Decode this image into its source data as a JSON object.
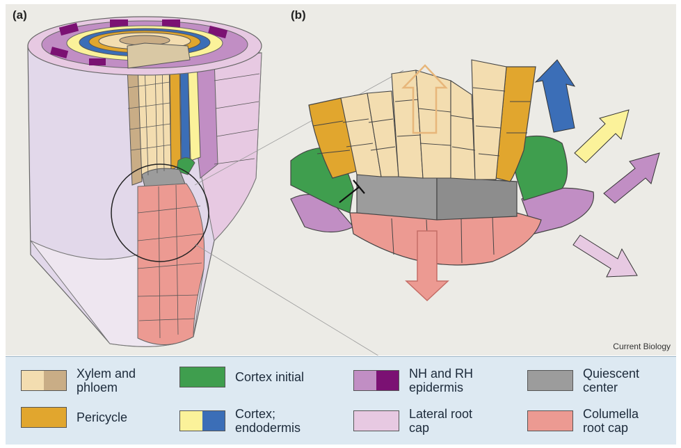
{
  "panels": {
    "a": "(a)",
    "b": "(b)"
  },
  "credit": "Current Biology",
  "colors": {
    "xylem": "#f3ddb0",
    "phloem": "#c9ad86",
    "pericycle": "#e1a62e",
    "cortex_initial": "#3f9e4e",
    "cortex": "#fbf29a",
    "endodermis": "#3b6eb7",
    "nh_epidermis": "#c18ec4",
    "rh_epidermis": "#7b1173",
    "quiescent": "#9c9c9c",
    "lateral_root_cap": "#e7c9e2",
    "columella": "#ec9a92",
    "outer": "#e2d8ea"
  },
  "legend": [
    {
      "label": "Xylem and\nphloem",
      "swatch": [
        "#f3ddb0",
        "#c9ad86"
      ]
    },
    {
      "label": "Cortex initial",
      "swatch": [
        "#3f9e4e"
      ]
    },
    {
      "label": "NH and RH\nepidermis",
      "swatch": [
        "#c18ec4",
        "#7b1173"
      ]
    },
    {
      "label": "Quiescent\ncenter",
      "swatch": [
        "#9c9c9c"
      ]
    },
    {
      "label": "Pericycle",
      "swatch": [
        "#e1a62e"
      ]
    },
    {
      "label": "Cortex;\nendodermis",
      "swatch": [
        "#fbf29a",
        "#3b6eb7"
      ]
    },
    {
      "label": "Lateral root\ncap",
      "swatch": [
        "#e7c9e2"
      ]
    },
    {
      "label": "Columella\nroot cap",
      "swatch": [
        "#ec9a92"
      ]
    }
  ]
}
